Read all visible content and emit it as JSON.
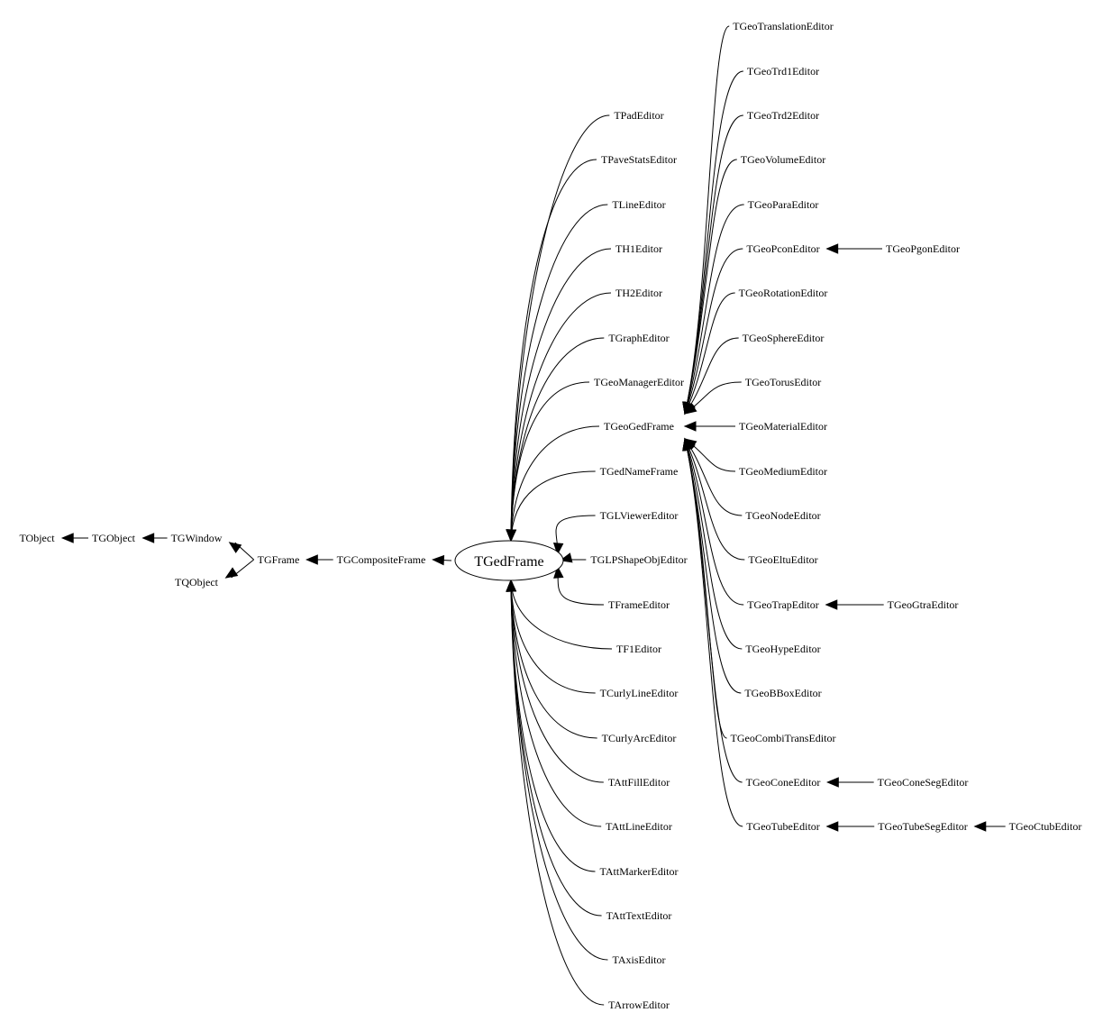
{
  "focus": "TGedFrame",
  "nodes": {
    "TObject": "TObject",
    "TGObject": "TGObject",
    "TGWindow": "TGWindow",
    "TQObject": "TQObject",
    "TGFrame": "TGFrame",
    "TGCompositeFrame": "TGCompositeFrame",
    "TGedFrame": "TGedFrame",
    "TPadEditor": "TPadEditor",
    "TPaveStatsEditor": "TPaveStatsEditor",
    "TLineEditor": "TLineEditor",
    "TH1Editor": "TH1Editor",
    "TH2Editor": "TH2Editor",
    "TGraphEditor": "TGraphEditor",
    "TGeoManagerEditor": "TGeoManagerEditor",
    "TGeoGedFrame": "TGeoGedFrame",
    "TGedNameFrame": "TGedNameFrame",
    "TGLViewerEditor": "TGLViewerEditor",
    "TGLPShapeObjEditor": "TGLPShapeObjEditor",
    "TFrameEditor": "TFrameEditor",
    "TF1Editor": "TF1Editor",
    "TCurlyLineEditor": "TCurlyLineEditor",
    "TCurlyArcEditor": "TCurlyArcEditor",
    "TAttFillEditor": "TAttFillEditor",
    "TAttLineEditor": "TAttLineEditor",
    "TAttMarkerEditor": "TAttMarkerEditor",
    "TAttTextEditor": "TAttTextEditor",
    "TAxisEditor": "TAxisEditor",
    "TArrowEditor": "TArrowEditor",
    "TGeoTranslationEditor": "TGeoTranslationEditor",
    "TGeoTrd1Editor": "TGeoTrd1Editor",
    "TGeoTrd2Editor": "TGeoTrd2Editor",
    "TGeoVolumeEditor": "TGeoVolumeEditor",
    "TGeoParaEditor": "TGeoParaEditor",
    "TGeoPconEditor": "TGeoPconEditor",
    "TGeoPgonEditor": "TGeoPgonEditor",
    "TGeoRotationEditor": "TGeoRotationEditor",
    "TGeoSphereEditor": "TGeoSphereEditor",
    "TGeoTorusEditor": "TGeoTorusEditor",
    "TGeoMaterialEditor": "TGeoMaterialEditor",
    "TGeoMediumEditor": "TGeoMediumEditor",
    "TGeoNodeEditor": "TGeoNodeEditor",
    "TGeoEltuEditor": "TGeoEltuEditor",
    "TGeoTrapEditor": "TGeoTrapEditor",
    "TGeoGtraEditor": "TGeoGtraEditor",
    "TGeoHypeEditor": "TGeoHypeEditor",
    "TGeoBBoxEditor": "TGeoBBoxEditor",
    "TGeoCombiTransEditor": "TGeoCombiTransEditor",
    "TGeoConeEditor": "TGeoConeEditor",
    "TGeoConeSegEditor": "TGeoConeSegEditor",
    "TGeoTubeEditor": "TGeoTubeEditor",
    "TGeoTubeSegEditor": "TGeoTubeSegEditor",
    "TGeoCtubEditor": "TGeoCtubEditor"
  },
  "inheritance": [
    {
      "child": "TGObject",
      "parent": "TObject"
    },
    {
      "child": "TGWindow",
      "parent": "TGObject"
    },
    {
      "child": "TGFrame",
      "parent": "TGWindow"
    },
    {
      "child": "TGFrame",
      "parent": "TQObject"
    },
    {
      "child": "TGCompositeFrame",
      "parent": "TGFrame"
    },
    {
      "child": "TGedFrame",
      "parent": "TGCompositeFrame"
    },
    {
      "child": "TPadEditor",
      "parent": "TGedFrame"
    },
    {
      "child": "TPaveStatsEditor",
      "parent": "TGedFrame"
    },
    {
      "child": "TLineEditor",
      "parent": "TGedFrame"
    },
    {
      "child": "TH1Editor",
      "parent": "TGedFrame"
    },
    {
      "child": "TH2Editor",
      "parent": "TGedFrame"
    },
    {
      "child": "TGraphEditor",
      "parent": "TGedFrame"
    },
    {
      "child": "TGeoManagerEditor",
      "parent": "TGedFrame"
    },
    {
      "child": "TGeoGedFrame",
      "parent": "TGedFrame"
    },
    {
      "child": "TGedNameFrame",
      "parent": "TGedFrame"
    },
    {
      "child": "TGLViewerEditor",
      "parent": "TGedFrame"
    },
    {
      "child": "TGLPShapeObjEditor",
      "parent": "TGedFrame"
    },
    {
      "child": "TFrameEditor",
      "parent": "TGedFrame"
    },
    {
      "child": "TF1Editor",
      "parent": "TGedFrame"
    },
    {
      "child": "TCurlyLineEditor",
      "parent": "TGedFrame"
    },
    {
      "child": "TCurlyArcEditor",
      "parent": "TGedFrame"
    },
    {
      "child": "TAttFillEditor",
      "parent": "TGedFrame"
    },
    {
      "child": "TAttLineEditor",
      "parent": "TGedFrame"
    },
    {
      "child": "TAttMarkerEditor",
      "parent": "TGedFrame"
    },
    {
      "child": "TAttTextEditor",
      "parent": "TGedFrame"
    },
    {
      "child": "TAxisEditor",
      "parent": "TGedFrame"
    },
    {
      "child": "TArrowEditor",
      "parent": "TGedFrame"
    },
    {
      "child": "TGeoTranslationEditor",
      "parent": "TGeoGedFrame"
    },
    {
      "child": "TGeoTrd1Editor",
      "parent": "TGeoGedFrame"
    },
    {
      "child": "TGeoTrd2Editor",
      "parent": "TGeoGedFrame"
    },
    {
      "child": "TGeoVolumeEditor",
      "parent": "TGeoGedFrame"
    },
    {
      "child": "TGeoParaEditor",
      "parent": "TGeoGedFrame"
    },
    {
      "child": "TGeoPconEditor",
      "parent": "TGeoGedFrame"
    },
    {
      "child": "TGeoRotationEditor",
      "parent": "TGeoGedFrame"
    },
    {
      "child": "TGeoSphereEditor",
      "parent": "TGeoGedFrame"
    },
    {
      "child": "TGeoTorusEditor",
      "parent": "TGeoGedFrame"
    },
    {
      "child": "TGeoMaterialEditor",
      "parent": "TGeoGedFrame"
    },
    {
      "child": "TGeoMediumEditor",
      "parent": "TGeoGedFrame"
    },
    {
      "child": "TGeoNodeEditor",
      "parent": "TGeoGedFrame"
    },
    {
      "child": "TGeoEltuEditor",
      "parent": "TGeoGedFrame"
    },
    {
      "child": "TGeoTrapEditor",
      "parent": "TGeoGedFrame"
    },
    {
      "child": "TGeoHypeEditor",
      "parent": "TGeoGedFrame"
    },
    {
      "child": "TGeoBBoxEditor",
      "parent": "TGeoGedFrame"
    },
    {
      "child": "TGeoCombiTransEditor",
      "parent": "TGeoGedFrame"
    },
    {
      "child": "TGeoConeEditor",
      "parent": "TGeoGedFrame"
    },
    {
      "child": "TGeoTubeEditor",
      "parent": "TGeoGedFrame"
    },
    {
      "child": "TGeoPgonEditor",
      "parent": "TGeoPconEditor"
    },
    {
      "child": "TGeoGtraEditor",
      "parent": "TGeoTrapEditor"
    },
    {
      "child": "TGeoConeSegEditor",
      "parent": "TGeoConeEditor"
    },
    {
      "child": "TGeoTubeSegEditor",
      "parent": "TGeoTubeEditor"
    },
    {
      "child": "TGeoCtubEditor",
      "parent": "TGeoTubeSegEditor"
    }
  ]
}
